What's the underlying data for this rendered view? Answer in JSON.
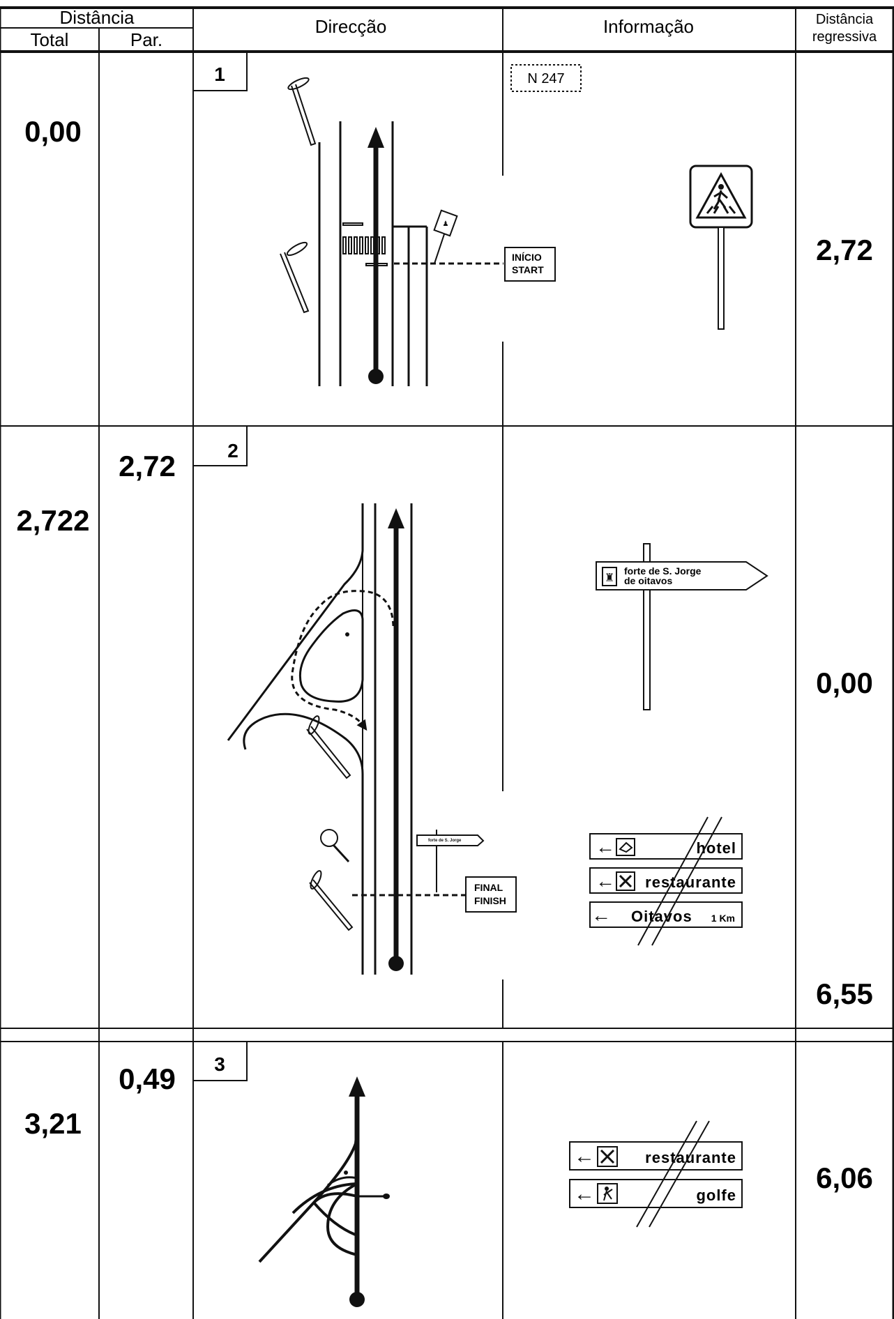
{
  "header": {
    "distancia": "Distância",
    "total": "Total",
    "parcial": "Par.",
    "direccao": "Direcção",
    "informacao": "Informação",
    "regressiva_line1": "Distância",
    "regressiva_line2": "regressiva"
  },
  "rows": [
    {
      "step": "1",
      "total": "0,00",
      "parcial": "",
      "regressiva": [
        "2,72"
      ],
      "road_label": "N 247",
      "marker_line1": "INÍCIO",
      "marker_line2": "START"
    },
    {
      "step": "2",
      "total": "2,722",
      "parcial": "2,72",
      "regressiva": [
        "0,00",
        "6,55"
      ],
      "sign_line1": "forte de S. Jorge",
      "sign_line2": "de oitavos",
      "marker_line1": "FINAL",
      "marker_line2": "FINISH",
      "direction_signs": [
        {
          "label": "hotel",
          "icon": "bed-icon"
        },
        {
          "label": "restaurante",
          "icon": "fork-knife-icon"
        },
        {
          "label": "Oitavos",
          "distance": "1 Km"
        }
      ]
    },
    {
      "step": "3",
      "total": "3,21",
      "parcial": "0,49",
      "regressiva": [
        "6,06"
      ],
      "direction_signs": [
        {
          "label": "restaurante",
          "icon": "fork-knife-icon"
        },
        {
          "label": "golfe",
          "icon": "golfer-icon"
        }
      ]
    }
  ]
}
